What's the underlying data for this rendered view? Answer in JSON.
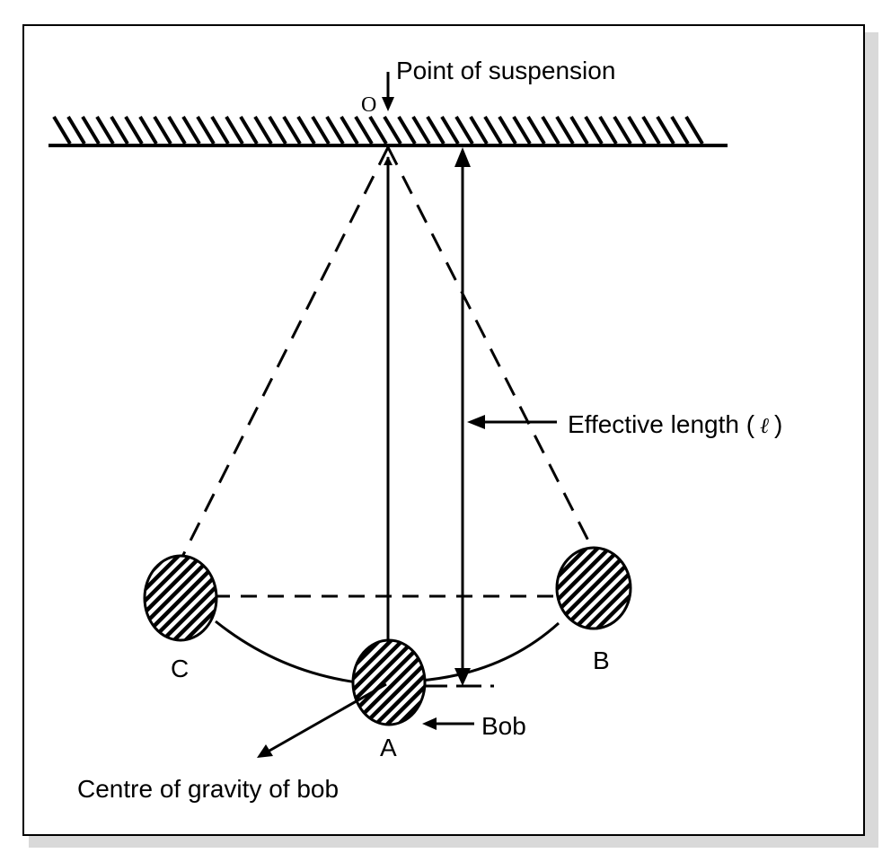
{
  "diagram": {
    "labels": {
      "point_of_suspension": "Point of suspension",
      "point_o": "O",
      "effective_length": "Effective length (",
      "effective_length_symbol": "ℓ",
      "effective_length_close": ")",
      "bob": "Bob",
      "centre_of_gravity": "Centre of gravity of bob",
      "position_a": "A",
      "position_b": "B",
      "position_c": "C"
    },
    "colors": {
      "ink": "#000000",
      "frame_shadow": "#d9d9d9",
      "background": "#ffffff"
    }
  }
}
